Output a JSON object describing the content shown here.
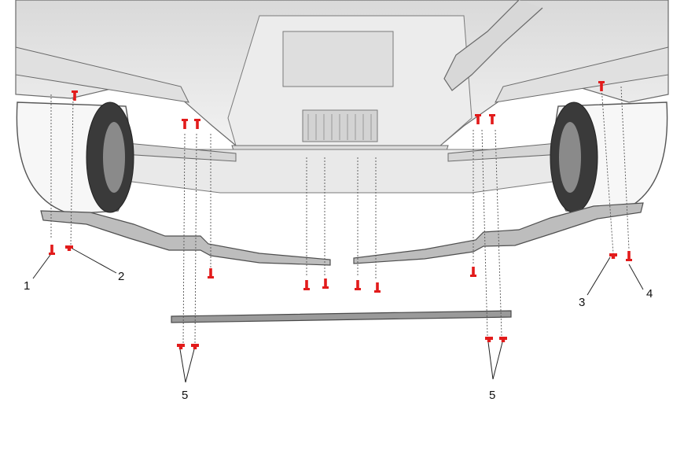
{
  "diagram": {
    "callouts": [
      {
        "id": "c1",
        "label": "1"
      },
      {
        "id": "c2",
        "label": "2"
      },
      {
        "id": "c3",
        "label": "3"
      },
      {
        "id": "c4",
        "label": "4"
      },
      {
        "id": "c5l",
        "label": "5"
      },
      {
        "id": "c5r",
        "label": "5"
      }
    ]
  },
  "colors": {
    "fastener": "#e21b1b",
    "line": "#222222",
    "body_fill": "#e8e8e8",
    "body_stroke": "#6a6a6a"
  }
}
